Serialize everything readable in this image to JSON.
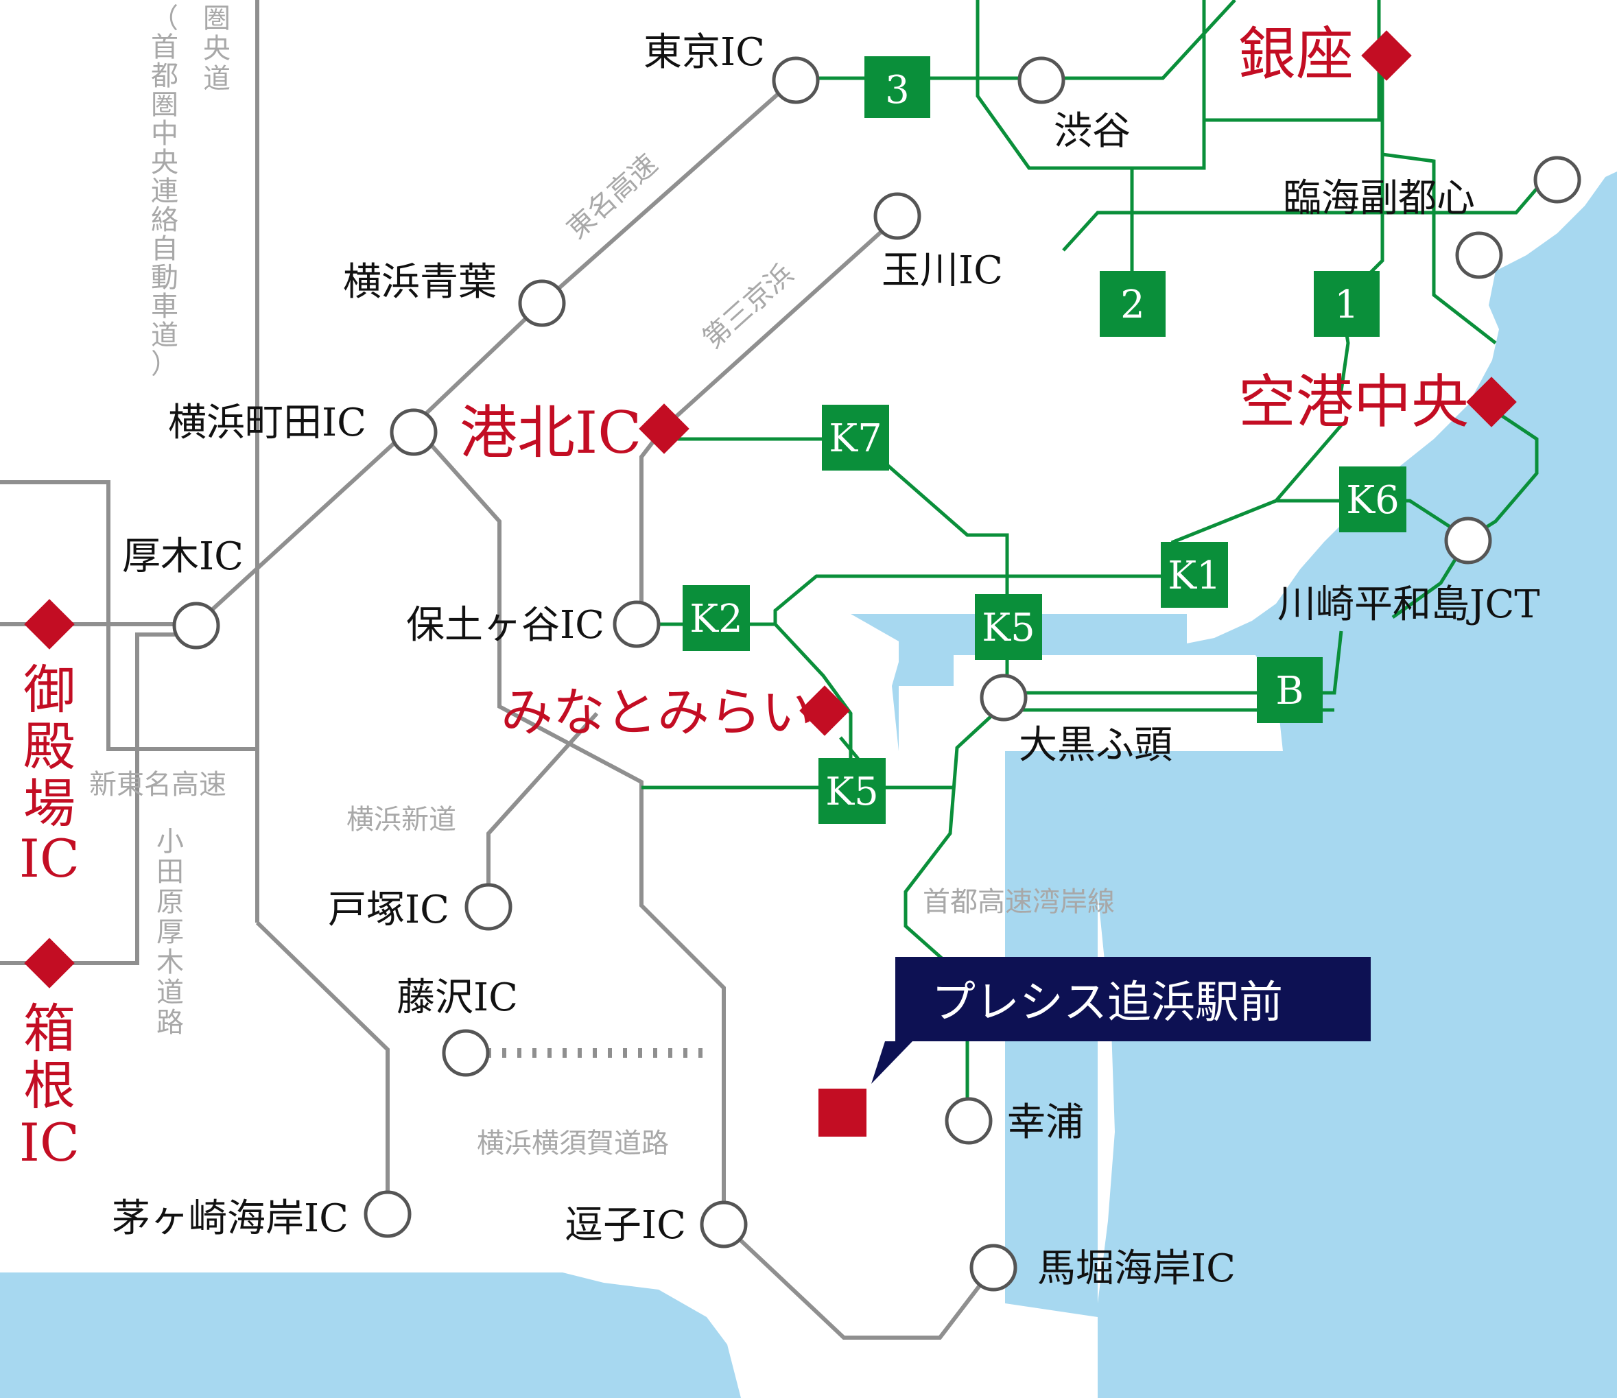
{
  "colors": {
    "sea": "#a7d8f0",
    "expressway_green": "#0a8f3a",
    "highlight_red": "#c30d23",
    "road_grey": "#8f8f8f",
    "callout_navy": "#0d1153"
  },
  "property": {
    "label": "プレシス追浜駅前",
    "marker_icon": "red-square"
  },
  "highlight_destinations": {
    "ginza": "銀座",
    "kuko_chuo": "空港中央",
    "kohoku_ic": "港北IC",
    "minatomirai": "みなとみらい",
    "gotemba_ic": [
      "御",
      "殿",
      "場",
      "IC"
    ],
    "hakone_ic": [
      "箱",
      "根",
      "IC"
    ]
  },
  "interchanges": {
    "tokyo_ic": "東京IC",
    "shibuya": "渋谷",
    "rinkai_fukutoshin": "臨海副都心",
    "tamagawa_ic": "玉川IC",
    "yokohama_aoba": "横浜青葉",
    "yokohama_machida_ic": "横浜町田IC",
    "atsugi_ic": "厚木IC",
    "hodogaya_ic": "保土ヶ谷IC",
    "kawasaki_heiwajima_jct": "川崎平和島JCT",
    "daikoku_futo": "大黒ふ頭",
    "totsuka_ic": "戸塚IC",
    "fujisawa_ic": "藤沢IC",
    "chigasaki_kaigan_ic": "茅ヶ崎海岸IC",
    "zushi_ic": "逗子IC",
    "koura": "幸浦",
    "mabori_kaigan_ic": "馬堀海岸IC"
  },
  "route_badges": {
    "r3": "3",
    "r2": "2",
    "r1": "1",
    "k7": "K7",
    "k6": "K6",
    "k1": "K1",
    "k2": "K2",
    "k5_upper": "K5",
    "k5_lower": "K5",
    "b": "B"
  },
  "road_names": {
    "tomei": "東名高速",
    "daisan_keihin": "第三京浜",
    "shin_tomei": "新東名高速",
    "yokohama_shindo": "横浜新道",
    "yokohama_yokosuka": "横浜横須賀道路",
    "shuto_wangan": "首都高速湾岸線",
    "ken_o_do": [
      "圏",
      "央",
      "道"
    ],
    "ken_o_do_full": [
      "（",
      "首",
      "都",
      "圏",
      "中",
      "央",
      "連",
      "絡",
      "自",
      "動",
      "車",
      "道",
      "）"
    ],
    "odawara_atsugi": [
      "小",
      "田",
      "原",
      "厚",
      "木",
      "道",
      "路"
    ]
  }
}
